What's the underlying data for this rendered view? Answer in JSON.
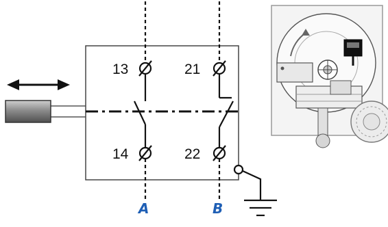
{
  "diagram": {
    "terminals": {
      "t13": "13",
      "t14": "14",
      "t21": "21",
      "t22": "22"
    },
    "lines": {
      "a": "A",
      "b": "B"
    },
    "colors": {
      "line_label": "#1f5fb5",
      "stroke": "#111111",
      "actuator_fill": "#8c8c8c",
      "photo_border": "#9a9a9a",
      "photo_bg": "#f4f4f4"
    },
    "icons": {
      "motion": "double-arrow-icon",
      "ground": "ground-icon",
      "device_photo": "limit-switch-device-photo"
    }
  }
}
